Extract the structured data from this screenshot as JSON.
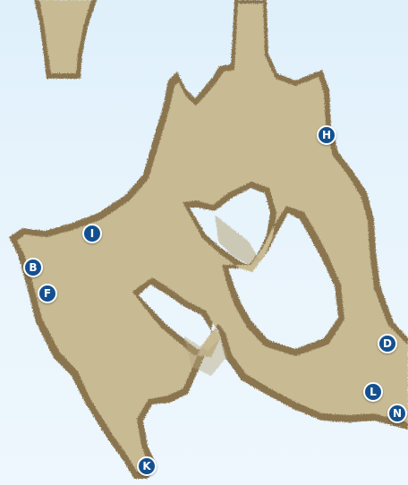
{
  "map": {
    "colors": {
      "water": "#e2f1fb",
      "land": "#c8bb94",
      "land_shadow": "#b3a57c",
      "shoreline": "#8a7550",
      "marker_fill": "#14508f",
      "marker_text": "#ffffff"
    },
    "markers": [
      {
        "id": "H",
        "label": "H"
      },
      {
        "id": "I",
        "label": "I"
      },
      {
        "id": "B",
        "label": "B"
      },
      {
        "id": "F",
        "label": "F"
      },
      {
        "id": "D",
        "label": "D"
      },
      {
        "id": "L",
        "label": "L"
      },
      {
        "id": "N",
        "label": "N"
      },
      {
        "id": "K",
        "label": "K"
      }
    ]
  }
}
